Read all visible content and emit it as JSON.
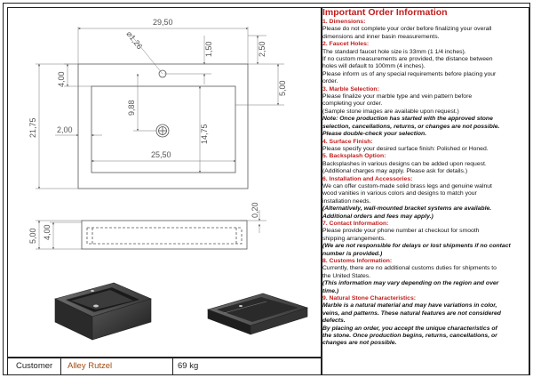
{
  "drawing": {
    "dims": {
      "overall_width": "29,50",
      "hole_diameter": "⌀1,26",
      "hole_offset_top": "1,50",
      "top_margin": "2,50",
      "left_rim": "4,00",
      "right_rim": "5,00",
      "hole_to_basin": "9,88",
      "overall_depth": "21,75",
      "basin_depth": "14,75",
      "side_margin": "2,00",
      "basin_width": "25,50",
      "side_height": "5,00",
      "side_inner": "4,00",
      "lip": "0,20"
    }
  },
  "title_block": {
    "customer_label": "Customer",
    "customer_name": "Alley Rutzel",
    "weight": "69 kg"
  },
  "info": {
    "title": "Important Order Information",
    "sections": [
      {
        "heading": "1. Dimensions:",
        "lines": [
          {
            "text": "Please do not complete your order before finalizing your overall",
            "style": "n"
          },
          {
            "text": "dimensions and inner basin measurements.",
            "style": "n"
          }
        ]
      },
      {
        "heading": "2. Faucet Holes:",
        "lines": [
          {
            "text": "The standard faucet hole size is 33mm (1 1/4 inches).",
            "style": "n"
          },
          {
            "text": "If no custom measurements are provided, the distance between",
            "style": "n"
          },
          {
            "text": "holes will default to 100mm (4 inches).",
            "style": "n"
          },
          {
            "text": "Please inform us of any special requirements before placing your",
            "style": "n"
          },
          {
            "text": "order.",
            "style": "n"
          }
        ]
      },
      {
        "heading": "3. Marble Selection:",
        "lines": [
          {
            "text": "Please finalize your marble type and vein pattern before",
            "style": "n"
          },
          {
            "text": "completing your order.",
            "style": "n"
          },
          {
            "text": "(Sample stone images are available upon request.)",
            "style": "n"
          },
          {
            "text": "Note: Once production has started with the approved stone",
            "style": "bi"
          },
          {
            "text": "selection, cancellations, returns, or changes are not possible.",
            "style": "bi"
          },
          {
            "text": "Please double-check your selection.",
            "style": "bi"
          }
        ]
      },
      {
        "heading": "4. Surface Finish:",
        "lines": [
          {
            "text": "Please specify your desired surface finish: Polished or Honed.",
            "style": "n"
          }
        ]
      },
      {
        "heading": "5. Backsplash Option:",
        "lines": [
          {
            "text": "Backsplashes in various designs can be added upon request.",
            "style": "n"
          },
          {
            "text": "(Additional charges may apply. Please ask for details.)",
            "style": "n"
          }
        ]
      },
      {
        "heading": "6. Installation and Accessories:",
        "lines": [
          {
            "text": "We can offer custom-made solid brass legs and genuine walnut",
            "style": "n"
          },
          {
            "text": "wood vanities in various colors and designs to match your",
            "style": "n"
          },
          {
            "text": "installation needs.",
            "style": "n"
          },
          {
            "text": "(Alternatively, wall-mounted bracket systems are available.",
            "style": "bi"
          },
          {
            "text": "Additional orders and fees may apply.)",
            "style": "bi"
          }
        ]
      },
      {
        "heading": "7. Contact Information:",
        "lines": [
          {
            "text": "Please provide your phone number at checkout for smooth",
            "style": "n"
          },
          {
            "text": "shipping arrangements.",
            "style": "n"
          },
          {
            "text": "(We are not responsible for delays or lost shipments if no contact",
            "style": "bi"
          },
          {
            "text": "number is provided.)",
            "style": "bi"
          }
        ]
      },
      {
        "heading": "8. Customs Information:",
        "lines": [
          {
            "text": "Currently, there are no additional customs duties for shipments to",
            "style": "n"
          },
          {
            "text": "the United States.",
            "style": "n"
          },
          {
            "text": "(This information may vary depending on the region and over",
            "style": "bi"
          },
          {
            "text": "time.)",
            "style": "bi"
          }
        ]
      },
      {
        "heading": "9. Natural Stone Characteristics:",
        "lines": [
          {
            "text": "Marble is a natural material and may have variations in color,",
            "style": "bi"
          },
          {
            "text": "veins, and patterns. These natural features are not considered",
            "style": "bi"
          },
          {
            "text": "defects.",
            "style": "bi"
          },
          {
            "text": "By placing an order, you accept the unique characteristics of",
            "style": "bi"
          },
          {
            "text": "the stone. Once production begins, returns, cancellations, or",
            "style": "bi"
          },
          {
            "text": "changes are not possible.",
            "style": "bi"
          }
        ]
      }
    ]
  }
}
